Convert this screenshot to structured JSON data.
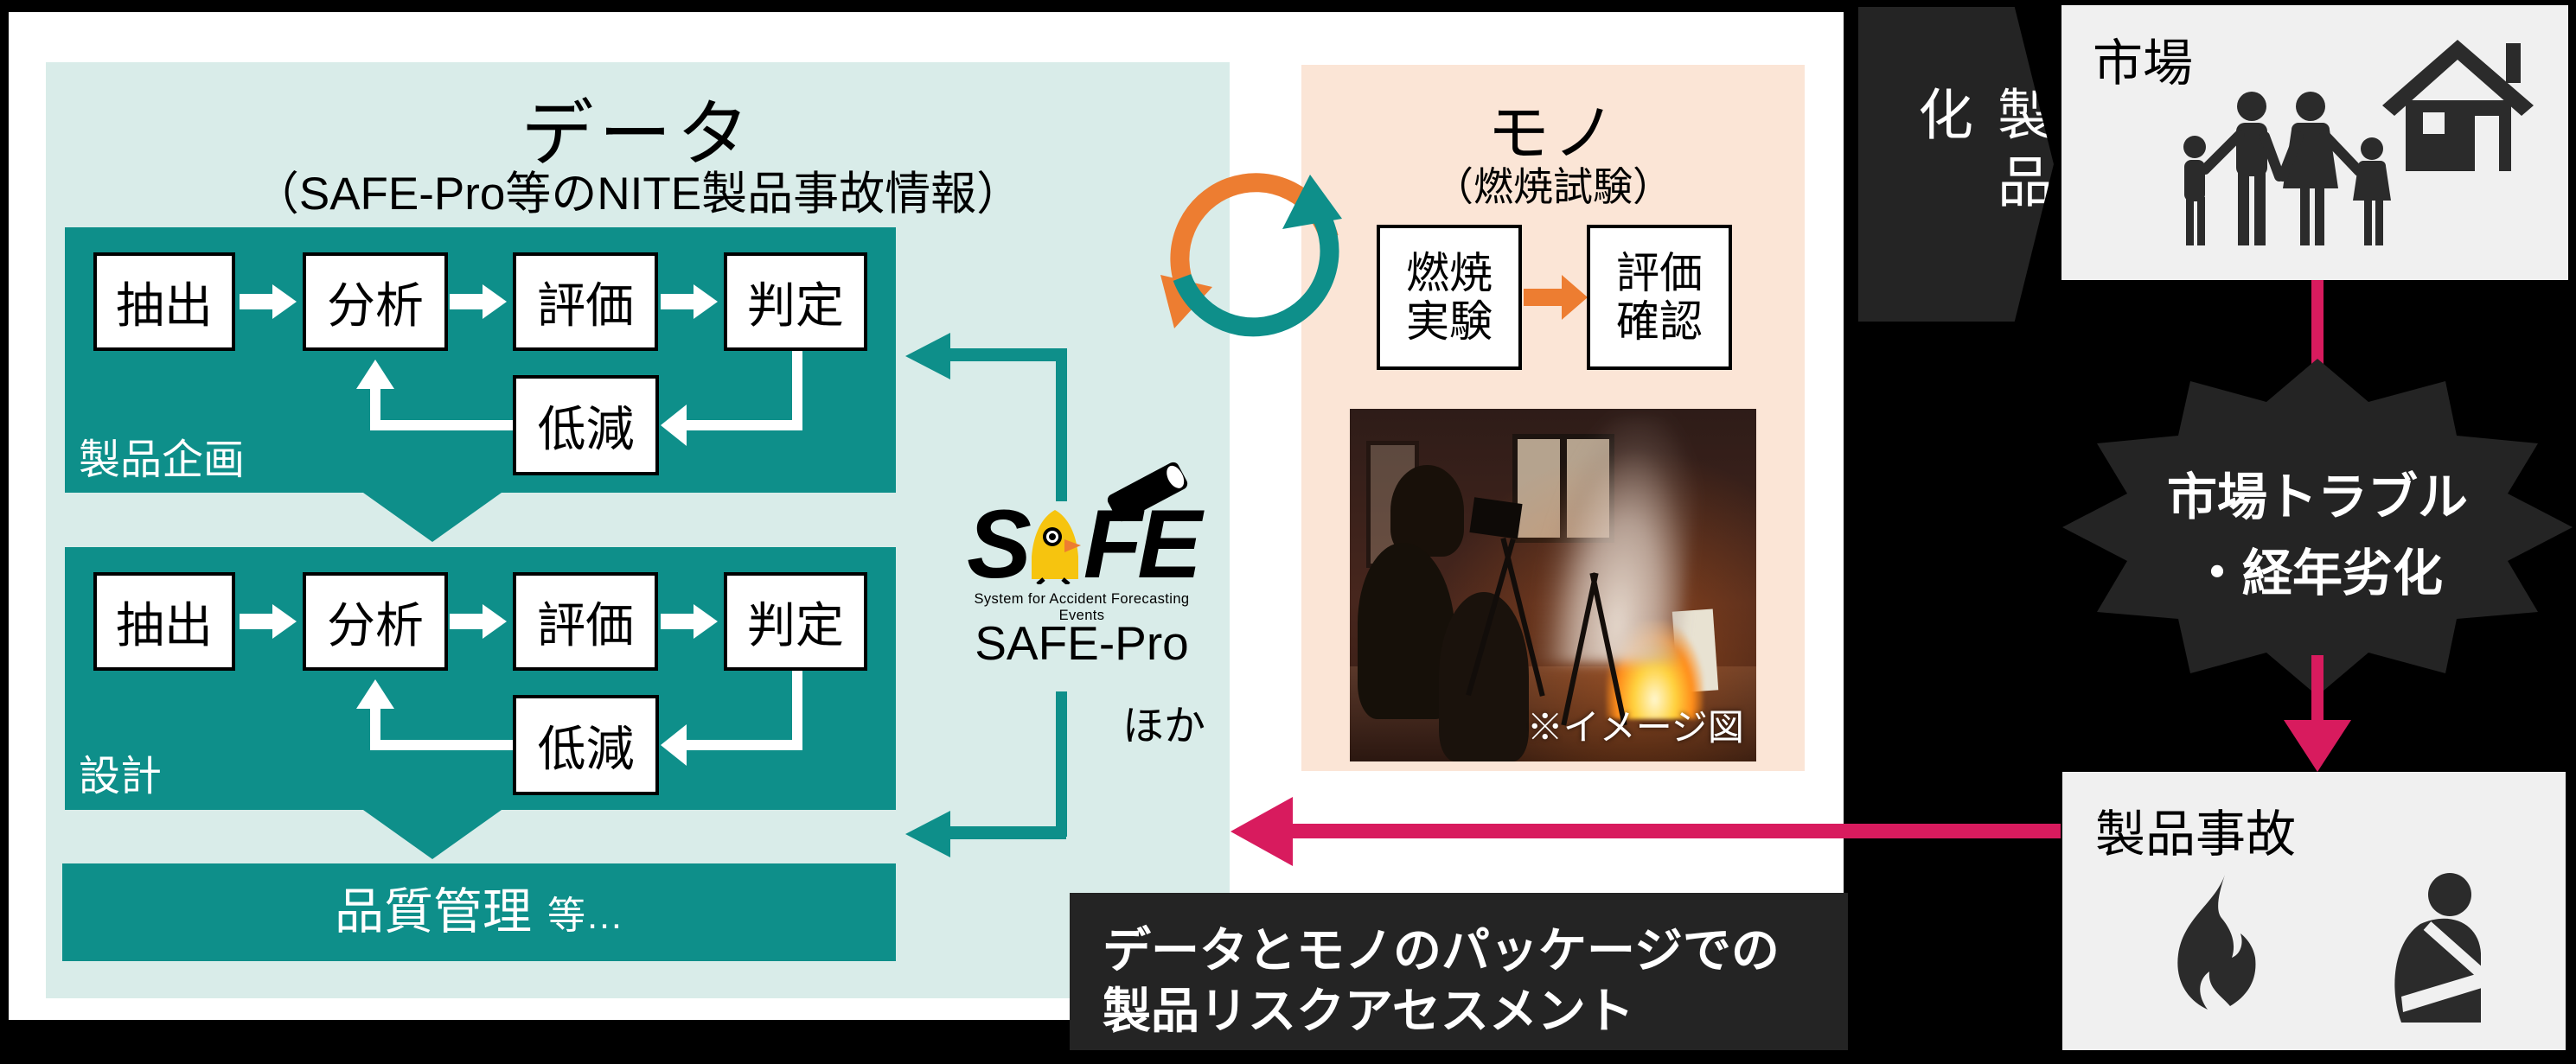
{
  "colors": {
    "teal": "#0e8f8a",
    "light_teal": "#d9ece9",
    "peach": "#fbe5d6",
    "orange": "#ed7d31",
    "magenta": "#d81b5e",
    "charcoal": "#242424",
    "card_gray": "#f0f0f0",
    "icon_dark": "#2b2b2b",
    "safe_yellow": "#f6c40f"
  },
  "data_section": {
    "title": "データ",
    "subtitle": "（SAFE-Pro等のNITE製品事故情報）",
    "block1": {
      "label": "製品企画",
      "step1": "抽出",
      "step2": "分析",
      "step3": "評価",
      "step4": "判定",
      "reduce": "低減"
    },
    "block2": {
      "label": "設計",
      "step1": "抽出",
      "step2": "分析",
      "step3": "評価",
      "step4": "判定",
      "reduce": "低減"
    },
    "quality": {
      "main": "品質管理",
      "suffix": "等…"
    }
  },
  "safe": {
    "wordmark_s": "S",
    "wordmark_fe": "FE",
    "tagline": "System for Accident Forecasting Events",
    "product": "SAFE-Pro",
    "etc": "ほか"
  },
  "mono_section": {
    "title": "モノ",
    "subtitle": "（燃焼試験）",
    "burn_box": {
      "line1": "燃焼",
      "line2": "実験"
    },
    "check_box": {
      "line1": "評価",
      "line2": "確認"
    },
    "photo_caption": "※イメージ図"
  },
  "flow_right": {
    "productization": "製品化",
    "market": "市場",
    "trouble": {
      "line1": "市場トラブル",
      "line2": "・経年劣化"
    },
    "accident": "製品事故"
  },
  "package_note": {
    "line1": "データとモノのパッケージでの",
    "line2": "製品リスクアセスメント"
  }
}
